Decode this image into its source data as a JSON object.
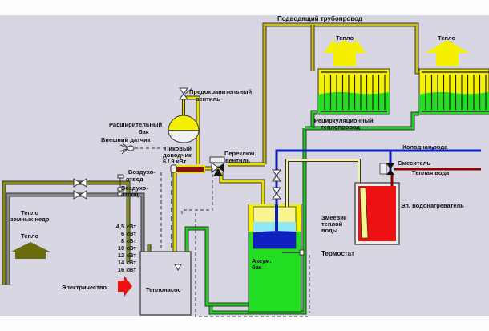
{
  "title": "Heat pump heating system diagram",
  "colors": {
    "background": "#d8d6e2",
    "supply_pipe": "#b8b020",
    "pipe_outline": "#333300",
    "radiator": "#f4f000",
    "hot_water": "#22dd22",
    "cold_water": "#1020c0",
    "heater": "#ee1111",
    "gray_pipe": "#707070",
    "earth_heat": "#6b6b10",
    "electricity": "#ee1111",
    "light_blue": "#90e8f0"
  },
  "labels": {
    "supply_pipeline": "Подводящий трубопровод",
    "heat_1": "Тепло",
    "heat_2": "Тепло",
    "recirculation_line1": "Рециркуляционный",
    "recirculation_line2": "теплопровод",
    "safety_valve_line1": "Предохранительный",
    "safety_valve_line2": "вентиль",
    "expansion_tank_line1": "Расширительный",
    "expansion_tank_line2": "бак",
    "external_sensor": "Внешний  датчик",
    "peak_heater_line1": "Пиковый",
    "peak_heater_line2": "доводчик",
    "peak_heater_line3": "6 / 9 кВт",
    "switch_valve_line1": "Переключ.",
    "switch_valve_line2": "вентиль",
    "air_vent_1_line1": "Воздухо-",
    "air_vent_1_line2": "отвод",
    "air_vent_2_line1": "Воздухо-",
    "air_vent_2_line2": "отвод",
    "earth_heat_line1": "Тепло",
    "earth_heat_line2": "земных недр",
    "earth_heat_arrow": "Тепло",
    "electricity": "Электричество",
    "heat_pump": "Теплонасос",
    "accumulator_line1": "Аккум.",
    "accumulator_line2": "бак",
    "thermostat": "Термостат",
    "coil_line1": "Змеевик",
    "coil_line2": "теплой",
    "coil_line3": "воды",
    "cold_water": "Холодная вода",
    "mixer": "Смеситель",
    "warm_water": "Теплая вода",
    "water_heater": "Эл. водонагреватель"
  },
  "power_ratings": [
    "4,5 кВт",
    "6  кВт",
    "8  кВт",
    "10 кВт",
    "12 кВт",
    "14 кВт",
    "16 кВт"
  ]
}
